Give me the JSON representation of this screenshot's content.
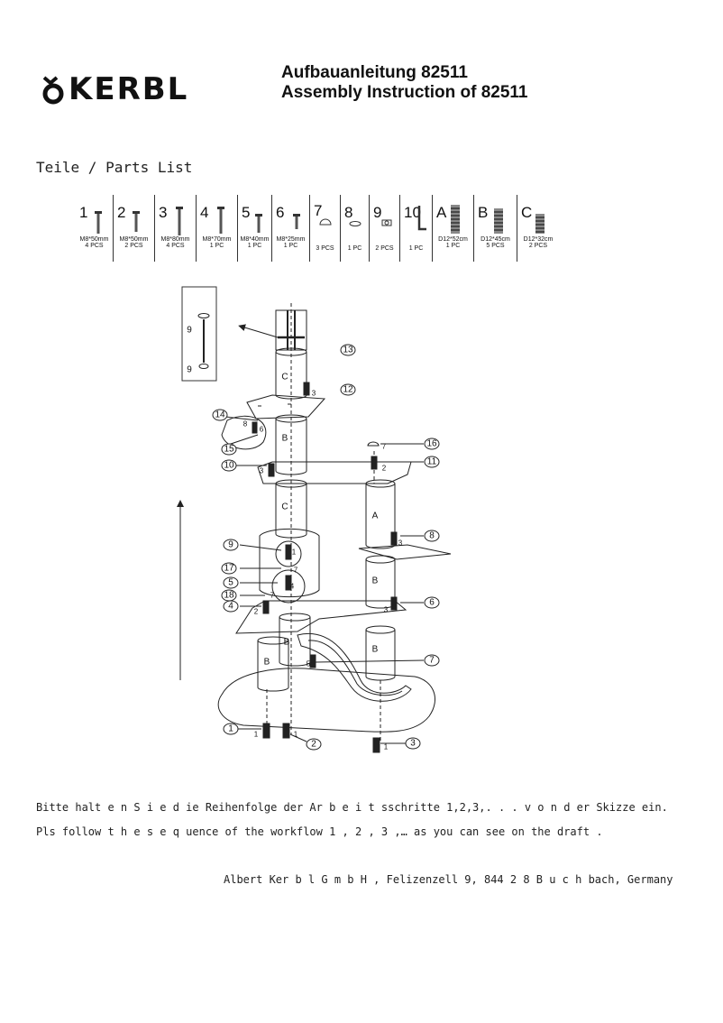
{
  "header": {
    "brand": "KERBL",
    "title_de": "Aufbauanleitung 82511",
    "title_en": "Assembly Instruction of 82511"
  },
  "parts_title": "Teile / Parts List",
  "parts": [
    {
      "num": "1",
      "spec": "M8*50mm",
      "qty": "4 PCS"
    },
    {
      "num": "2",
      "spec": "M8*50mm",
      "qty": "2 PCS"
    },
    {
      "num": "3",
      "spec": "M8*80mm",
      "qty": "4 PCS"
    },
    {
      "num": "4",
      "spec": "M8*70mm",
      "qty": "1 PC"
    },
    {
      "num": "5",
      "spec": "M8*40mm",
      "qty": "1 PC"
    },
    {
      "num": "6",
      "spec": "M8*25mm",
      "qty": "1 PC"
    },
    {
      "num": "7",
      "spec": "",
      "qty": "3 PCS"
    },
    {
      "num": "8",
      "spec": "",
      "qty": "1 PC"
    },
    {
      "num": "9",
      "spec": "",
      "qty": "2 PCS"
    },
    {
      "num": "10",
      "spec": "",
      "qty": "1 PC"
    },
    {
      "num": "A",
      "spec": "D12*52cm",
      "qty": "1 PC"
    },
    {
      "num": "B",
      "spec": "D12*45cm",
      "qty": "5 PCS"
    },
    {
      "num": "C",
      "spec": "D12*32cm",
      "qty": "2 PCS"
    }
  ],
  "diagram": {
    "callouts": [
      "13",
      "12",
      "14",
      "15",
      "16",
      "10",
      "11",
      "8",
      "9",
      "17",
      "5",
      "18",
      "4",
      "6",
      "7",
      "1",
      "2",
      "3"
    ],
    "labels": {
      "nine_a": "9",
      "nine_b": "9",
      "tube_c_top": "C",
      "tube_b_upper": "B",
      "tube_c_mid": "C",
      "tube_a": "A",
      "tube_b_right1": "B",
      "tube_b_right2": "B",
      "tube_b_center": "B",
      "tube_b_left": "B",
      "small": [
        "3",
        "8",
        "6",
        "3",
        "2",
        "7",
        "3",
        "1",
        "7",
        "4",
        "7",
        "2",
        "3",
        "5",
        "1",
        "1",
        "1"
      ]
    }
  },
  "instructions": {
    "de": "Bitte halt e n S i e d ie Reihenfolge der Ar b e i t sschritte 1,2,3,. . . v o n d er Skizze ein.",
    "en": "Pls follow t h e s e q uence of the workflow 1 , 2 , 3 ,… as you can see on the draft ."
  },
  "address": "Albert Ker b l G m b H , Felizenzell 9, 844 2 8 B u c h bach, Germany"
}
